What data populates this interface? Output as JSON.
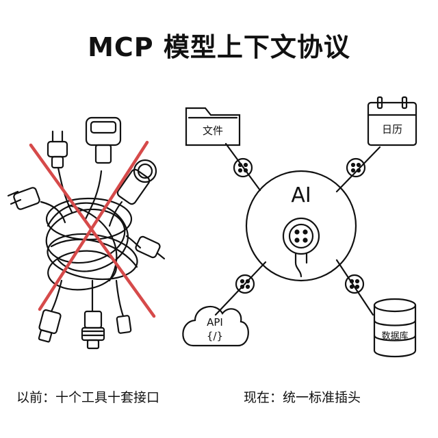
{
  "title": "MCP 模型上下文协议",
  "hub": {
    "label": "AI"
  },
  "nodes": {
    "files": "文件",
    "calendar": "日历",
    "api_top": "API",
    "api_bottom": "{/}",
    "database": "数据库"
  },
  "captions": {
    "before": "以前：十个工具十套接口",
    "now": "现在：统一标准插头"
  },
  "colors": {
    "cross": "#d64a4a",
    "ink": "#111111"
  }
}
